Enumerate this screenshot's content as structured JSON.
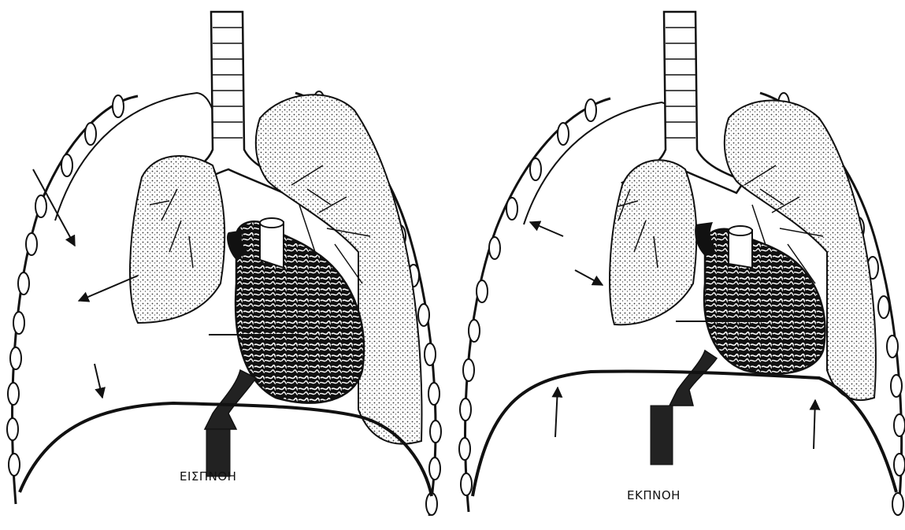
{
  "diagram": {
    "panels": [
      {
        "id": "inhalation",
        "label": "ΕΙΣΠΝΟΗ"
      },
      {
        "id": "exhalation",
        "label": "ΕΚΠΝΟΗ"
      }
    ]
  },
  "colors": {
    "ink": "#111111",
    "paper": "#ffffff",
    "lung_stipple": "#e6e6e6"
  }
}
